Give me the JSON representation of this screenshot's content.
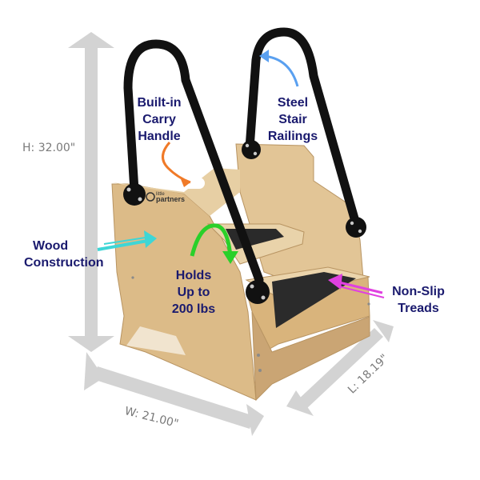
{
  "callouts": {
    "carry_handle": [
      "Built-in",
      "Carry",
      "Handle"
    ],
    "railings": [
      "Steel",
      "Stair",
      "Railings"
    ],
    "wood": [
      "Wood",
      "Construction"
    ],
    "holds": [
      "Holds",
      "Up to",
      "200 lbs"
    ],
    "treads": [
      "Non-Slip",
      "Treads"
    ]
  },
  "dimensions": {
    "height": "H: 32.00\"",
    "width": "W: 21.00\"",
    "length": "L: 18.19\""
  },
  "brand": {
    "logo_line1": "little",
    "logo_line2": "partners"
  },
  "colors": {
    "label_text": "#1a1a6e",
    "wood": "#d9b98a",
    "rail": "#111111",
    "arrow_orange": "#f07a28",
    "arrow_blue": "#5aa0f0",
    "arrow_cyan": "#3ed6d6",
    "arrow_green": "#2ad02a",
    "arrow_magenta": "#e040e0"
  }
}
